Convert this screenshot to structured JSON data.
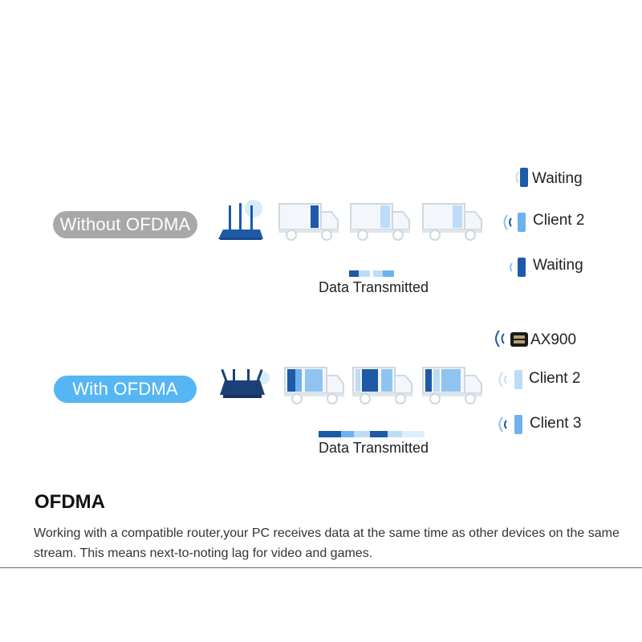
{
  "without": {
    "pill_label": "Without OFDMA",
    "data_label": "Data Transmitted",
    "devices": [
      {
        "label": "Waiting"
      },
      {
        "label": "Client 2"
      },
      {
        "label": "Waiting"
      }
    ]
  },
  "with": {
    "pill_label": "With OFDMA",
    "data_label": "Data Transmitted",
    "devices": [
      {
        "label": "AX900"
      },
      {
        "label": "Client 2"
      },
      {
        "label": "Client 3"
      }
    ]
  },
  "section": {
    "heading": "OFDMA",
    "description": "Working with a compatible router,your PC receives data at the same time as other devices on the same stream. This means next-to-noting lag for video and games."
  },
  "colors": {
    "dark_blue": "#1d5aa8",
    "mid_blue": "#6fb1ee",
    "light_blue": "#bcdcf7",
    "truck_outline": "#cfd8e0",
    "pill_gray": "#a8a8a8",
    "pill_blue": "#55b6f3"
  },
  "icons": [
    "router-icon",
    "truck-icon",
    "wifi-signal-icon",
    "client-device-icon",
    "usb-adapter-icon"
  ]
}
